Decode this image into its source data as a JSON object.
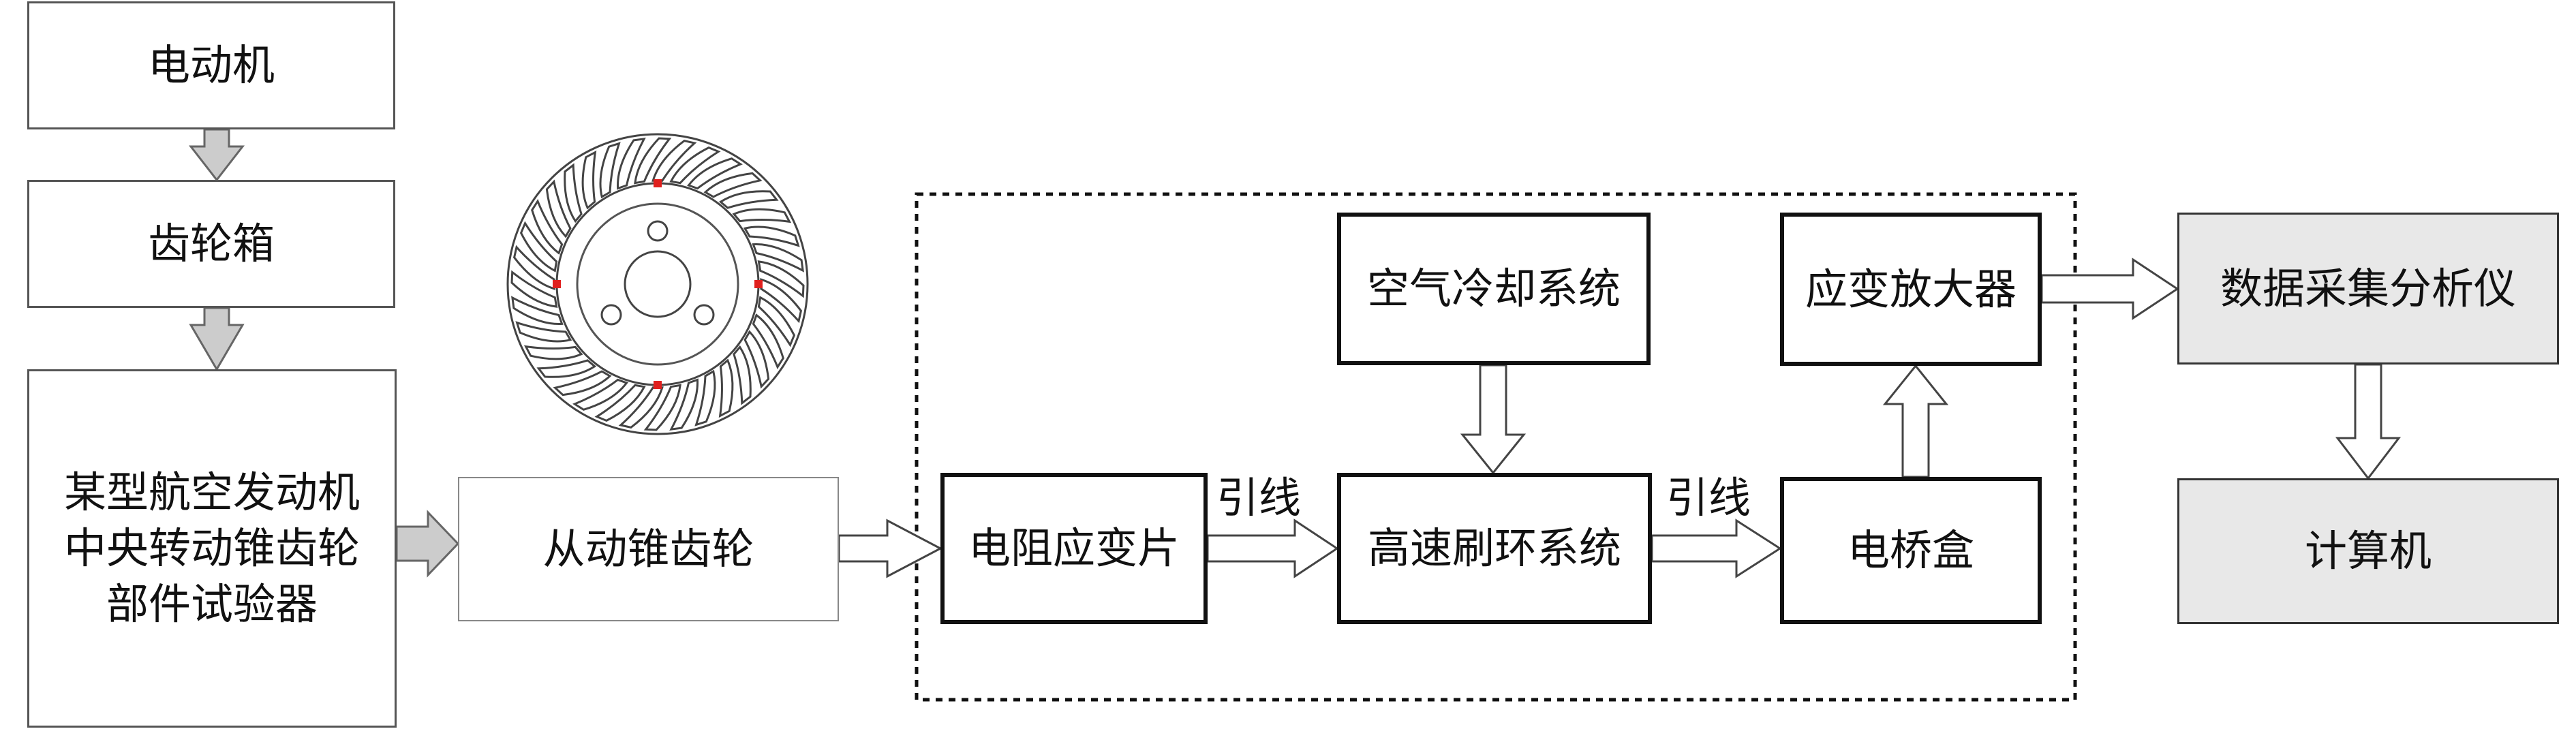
{
  "nodes": {
    "motor": "电动机",
    "gearbox": "齿轮箱",
    "test_rig": [
      "某型航空发动机",
      "中央转动锥齿轮",
      "部件试验器"
    ],
    "driven_bevel_gear": "从动锥齿轮",
    "strain_gauge": "电阻应变片",
    "air_cooling": "空气冷却系统",
    "slip_ring": "高速刷环系统",
    "strain_amplifier": "应变放大器",
    "bridge_box": "电桥盒",
    "daq": "数据采集分析仪",
    "computer": "计算机"
  },
  "edge_labels": {
    "lead_wire_1": "引线",
    "lead_wire_2": "引线"
  },
  "colors": {
    "stroke": "#333333",
    "arrow_fill_gray": "#cccccc",
    "arrow_fill_white": "#ffffff",
    "highlight_box_fill": "#e8e8e8",
    "strain_point": "#e0201e"
  },
  "gear_illustration": {
    "tooth_count": 36,
    "bolt_holes": 3,
    "strain_gauge_points": 4
  }
}
